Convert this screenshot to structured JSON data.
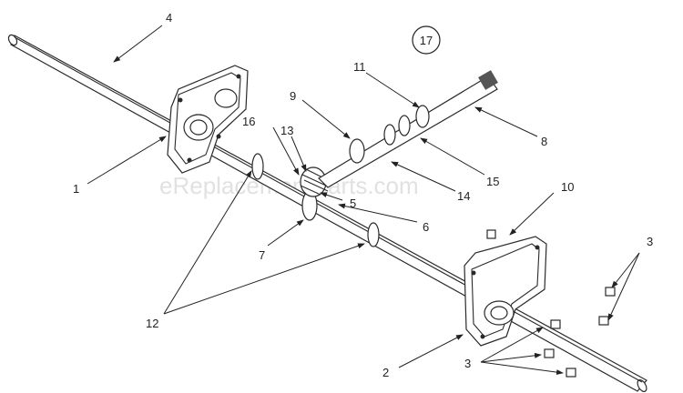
{
  "diagram": {
    "reference_number": "17",
    "watermark": "eReplacementParts.com",
    "callouts": [
      {
        "id": "c4",
        "label": "4"
      },
      {
        "id": "c1",
        "label": "1"
      },
      {
        "id": "c11",
        "label": "11"
      },
      {
        "id": "c8",
        "label": "8"
      },
      {
        "id": "c9",
        "label": "9"
      },
      {
        "id": "c16",
        "label": "16"
      },
      {
        "id": "c13",
        "label": "13"
      },
      {
        "id": "c15",
        "label": "15"
      },
      {
        "id": "c14",
        "label": "14"
      },
      {
        "id": "c5",
        "label": "5"
      },
      {
        "id": "c6",
        "label": "6"
      },
      {
        "id": "c7",
        "label": "7"
      },
      {
        "id": "c10",
        "label": "10"
      },
      {
        "id": "c3a",
        "label": "3"
      },
      {
        "id": "c12",
        "label": "12"
      },
      {
        "id": "c2",
        "label": "2"
      },
      {
        "id": "c3b",
        "label": "3"
      }
    ]
  }
}
